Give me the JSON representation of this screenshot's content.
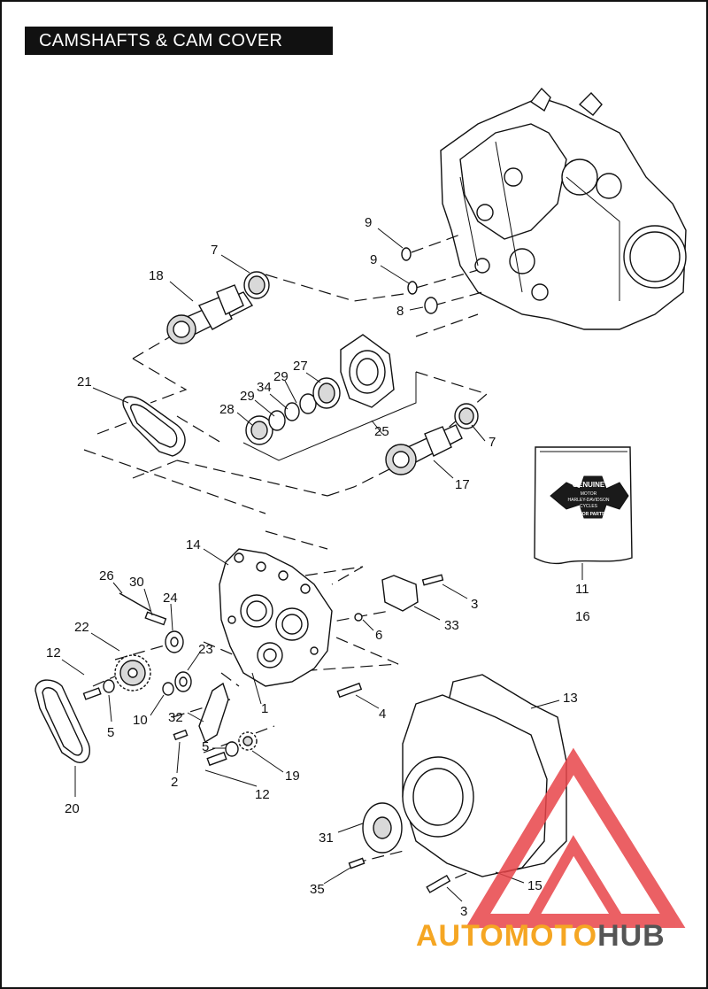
{
  "title": "CAMSHAFTS & CAM COVER",
  "parts_box": {
    "badge_lines": [
      "GENUINE",
      "MOTOR",
      "HARLEY-DAVIDSON",
      "CYCLES",
      "MOTOR PARTS"
    ]
  },
  "callouts": [
    {
      "id": "c9a",
      "label": "9"
    },
    {
      "id": "c9b",
      "label": "9"
    },
    {
      "id": "c8",
      "label": "8"
    },
    {
      "id": "c7a",
      "label": "7"
    },
    {
      "id": "c18",
      "label": "18"
    },
    {
      "id": "c21",
      "label": "21"
    },
    {
      "id": "c27",
      "label": "27"
    },
    {
      "id": "c29a",
      "label": "29"
    },
    {
      "id": "c34",
      "label": "34"
    },
    {
      "id": "c29b",
      "label": "29"
    },
    {
      "id": "c28",
      "label": "28"
    },
    {
      "id": "c25",
      "label": "25"
    },
    {
      "id": "c7b",
      "label": "7"
    },
    {
      "id": "c17",
      "label": "17"
    },
    {
      "id": "c11",
      "label": "11"
    },
    {
      "id": "c16",
      "label": "16"
    },
    {
      "id": "c14",
      "label": "14"
    },
    {
      "id": "c26",
      "label": "26"
    },
    {
      "id": "c30",
      "label": "30"
    },
    {
      "id": "c24",
      "label": "24"
    },
    {
      "id": "c22",
      "label": "22"
    },
    {
      "id": "c3a",
      "label": "3"
    },
    {
      "id": "c33",
      "label": "33"
    },
    {
      "id": "c6",
      "label": "6"
    },
    {
      "id": "c12a",
      "label": "12"
    },
    {
      "id": "c23",
      "label": "23"
    },
    {
      "id": "c5a",
      "label": "5"
    },
    {
      "id": "c10",
      "label": "10"
    },
    {
      "id": "c32",
      "label": "32"
    },
    {
      "id": "c1",
      "label": "1"
    },
    {
      "id": "c4",
      "label": "4"
    },
    {
      "id": "c13",
      "label": "13"
    },
    {
      "id": "c5b",
      "label": "5"
    },
    {
      "id": "c2",
      "label": "2"
    },
    {
      "id": "c19",
      "label": "19"
    },
    {
      "id": "c12b",
      "label": "12"
    },
    {
      "id": "c20",
      "label": "20"
    },
    {
      "id": "c31",
      "label": "31"
    },
    {
      "id": "c15",
      "label": "15"
    },
    {
      "id": "c35",
      "label": "35"
    },
    {
      "id": "c3b",
      "label": "3"
    }
  ],
  "watermark": {
    "part1": "AUTOMOTO",
    "part2": "HUB",
    "color1": "#f5a623",
    "color2": "#555555",
    "logo_color": "#e8454a"
  }
}
